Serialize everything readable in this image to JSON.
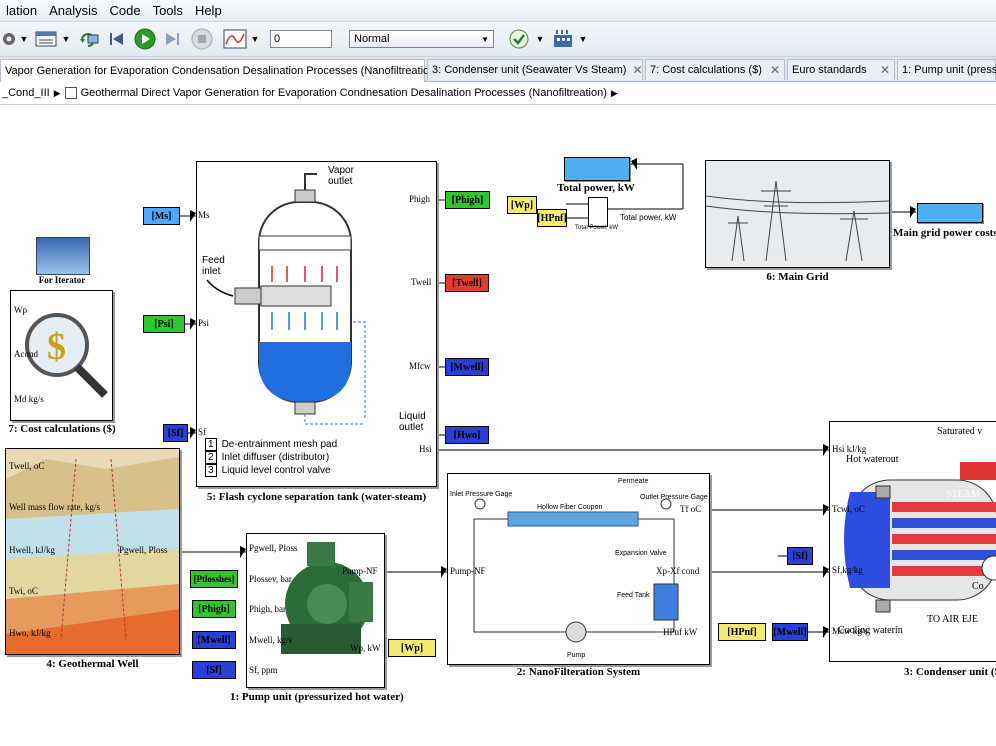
{
  "menu": [
    "lation",
    "Analysis",
    "Code",
    "Tools",
    "Help"
  ],
  "toolbar": {
    "sim_time": "0",
    "mode": "Normal"
  },
  "tabs": [
    {
      "label": "Vapor Generation for Evaporation Condensation  Desalination Processes (Nanofiltreation)",
      "close": "✕"
    },
    {
      "label": "3: Condenser unit (Seawater Vs Steam)",
      "close": "✕"
    },
    {
      "label": "7: Cost calculations ($)",
      "close": "✕"
    },
    {
      "label": "Euro standards",
      "close": "✕"
    },
    {
      "label": "1: Pump unit (pressu",
      "close": ""
    }
  ],
  "breadcrumb": {
    "first": "_Cond_III",
    "second": "Geothermal Direct Vapor Generation for Evaporation Condnesation  Desalination Processes (Nanofiltreation)"
  },
  "blocks": {
    "flash": {
      "caption": "5: Flash cyclone separation tank (water-steam)",
      "in_ms": "Ms",
      "in_psi": "Psi",
      "in_sf": "Sf",
      "out_phigh": "Phigh",
      "out_twell": "Twell",
      "out_mfcw": "Mfcw",
      "out_hsi": "Hsi",
      "vapor": "Vapor outlet",
      "feed": "Feed inlet",
      "liquid": "Liquid outlet",
      "legend": [
        "De-entrainment mesh pad",
        "Inlet diffuser (distributor)",
        "Liquid level control valve"
      ],
      "legend_nums": [
        "1",
        "2",
        "3"
      ]
    },
    "iterator": {
      "caption": "For Iterator"
    },
    "cost": {
      "caption": "7: Cost calculations ($)",
      "p1": "Wp",
      "p2": "Acond",
      "p3": "Md kg/s"
    },
    "geo": {
      "caption": "4: Geothermal Well",
      "p1": "Twell, oC",
      "p2": "Well mass flow rate, kg/s",
      "p3": "Hwell, kJ/kg",
      "p4": "Twi, oC",
      "p5": "Hwo, kJ/kg",
      "out": "Pgwell, Ploss"
    },
    "pump": {
      "caption": "1: Pump unit (pressurized hot water)",
      "p1": "Pgwell, Ploss",
      "p2": "Plossev, bar",
      "p3": "Phigh, bar",
      "p4": "Mwell, kg/s",
      "p5": "Sf, ppm",
      "o1": "Pump-NF",
      "o2": "Wp, kW"
    },
    "nf": {
      "caption": "2: NanoFilteration System",
      "inlet_gage": "Inlet Pressure Gage",
      "permeate": "Permeate",
      "outlet_gage": "Outlet Pressure Gage",
      "coupon": "Hollow Fiber Coupon",
      "exp_valve": "Expansion Valve",
      "feed_tank": "Feed Tank",
      "pump": "Pump",
      "in": "Pump-NF",
      "o1": "Tf oC",
      "o2": "Xp-Xf cond",
      "o3": "HPnf kW"
    },
    "grid": {
      "caption": "6: Main Grid"
    },
    "sum": {
      "label": "Total power, kW",
      "sub": "Total Power, kW"
    },
    "condenser": {
      "caption": "3: Condenser unit (S",
      "p1": "Hsi kJ/kg",
      "p2": "Tcwi, oC",
      "p3": "Sf,kg/kg",
      "p4": "Mcw kg/s",
      "hot": "Hot waterout",
      "cold": "Cooling waterin",
      "sat": "Saturated v",
      "steam": "STEAM",
      "air": "TO AIR EJE",
      "co": "Co"
    }
  },
  "displays": {
    "total_power": "Total power, kW",
    "main_grid": "Main grid power costs"
  },
  "tags": {
    "ms": "[Ms]",
    "psi": "[Psi]",
    "sf": "[Sf]",
    "phigh": "[Phigh]",
    "twell": "[Twell]",
    "mwell": "[Mwell]",
    "hwo": "[Hwo]",
    "wp": "[Wp]",
    "hpnf": "[HPnf]",
    "ptlosshes": "[Ptlosshes]",
    "sf2": "[Sf]",
    "mwell2": "[Mwell]"
  },
  "colors": {
    "green": "#2ec52e",
    "blue": "#2a3fd6",
    "cyan": "#4fa8ff",
    "red": "#e53b2e",
    "yellow": "#f2ea72"
  }
}
